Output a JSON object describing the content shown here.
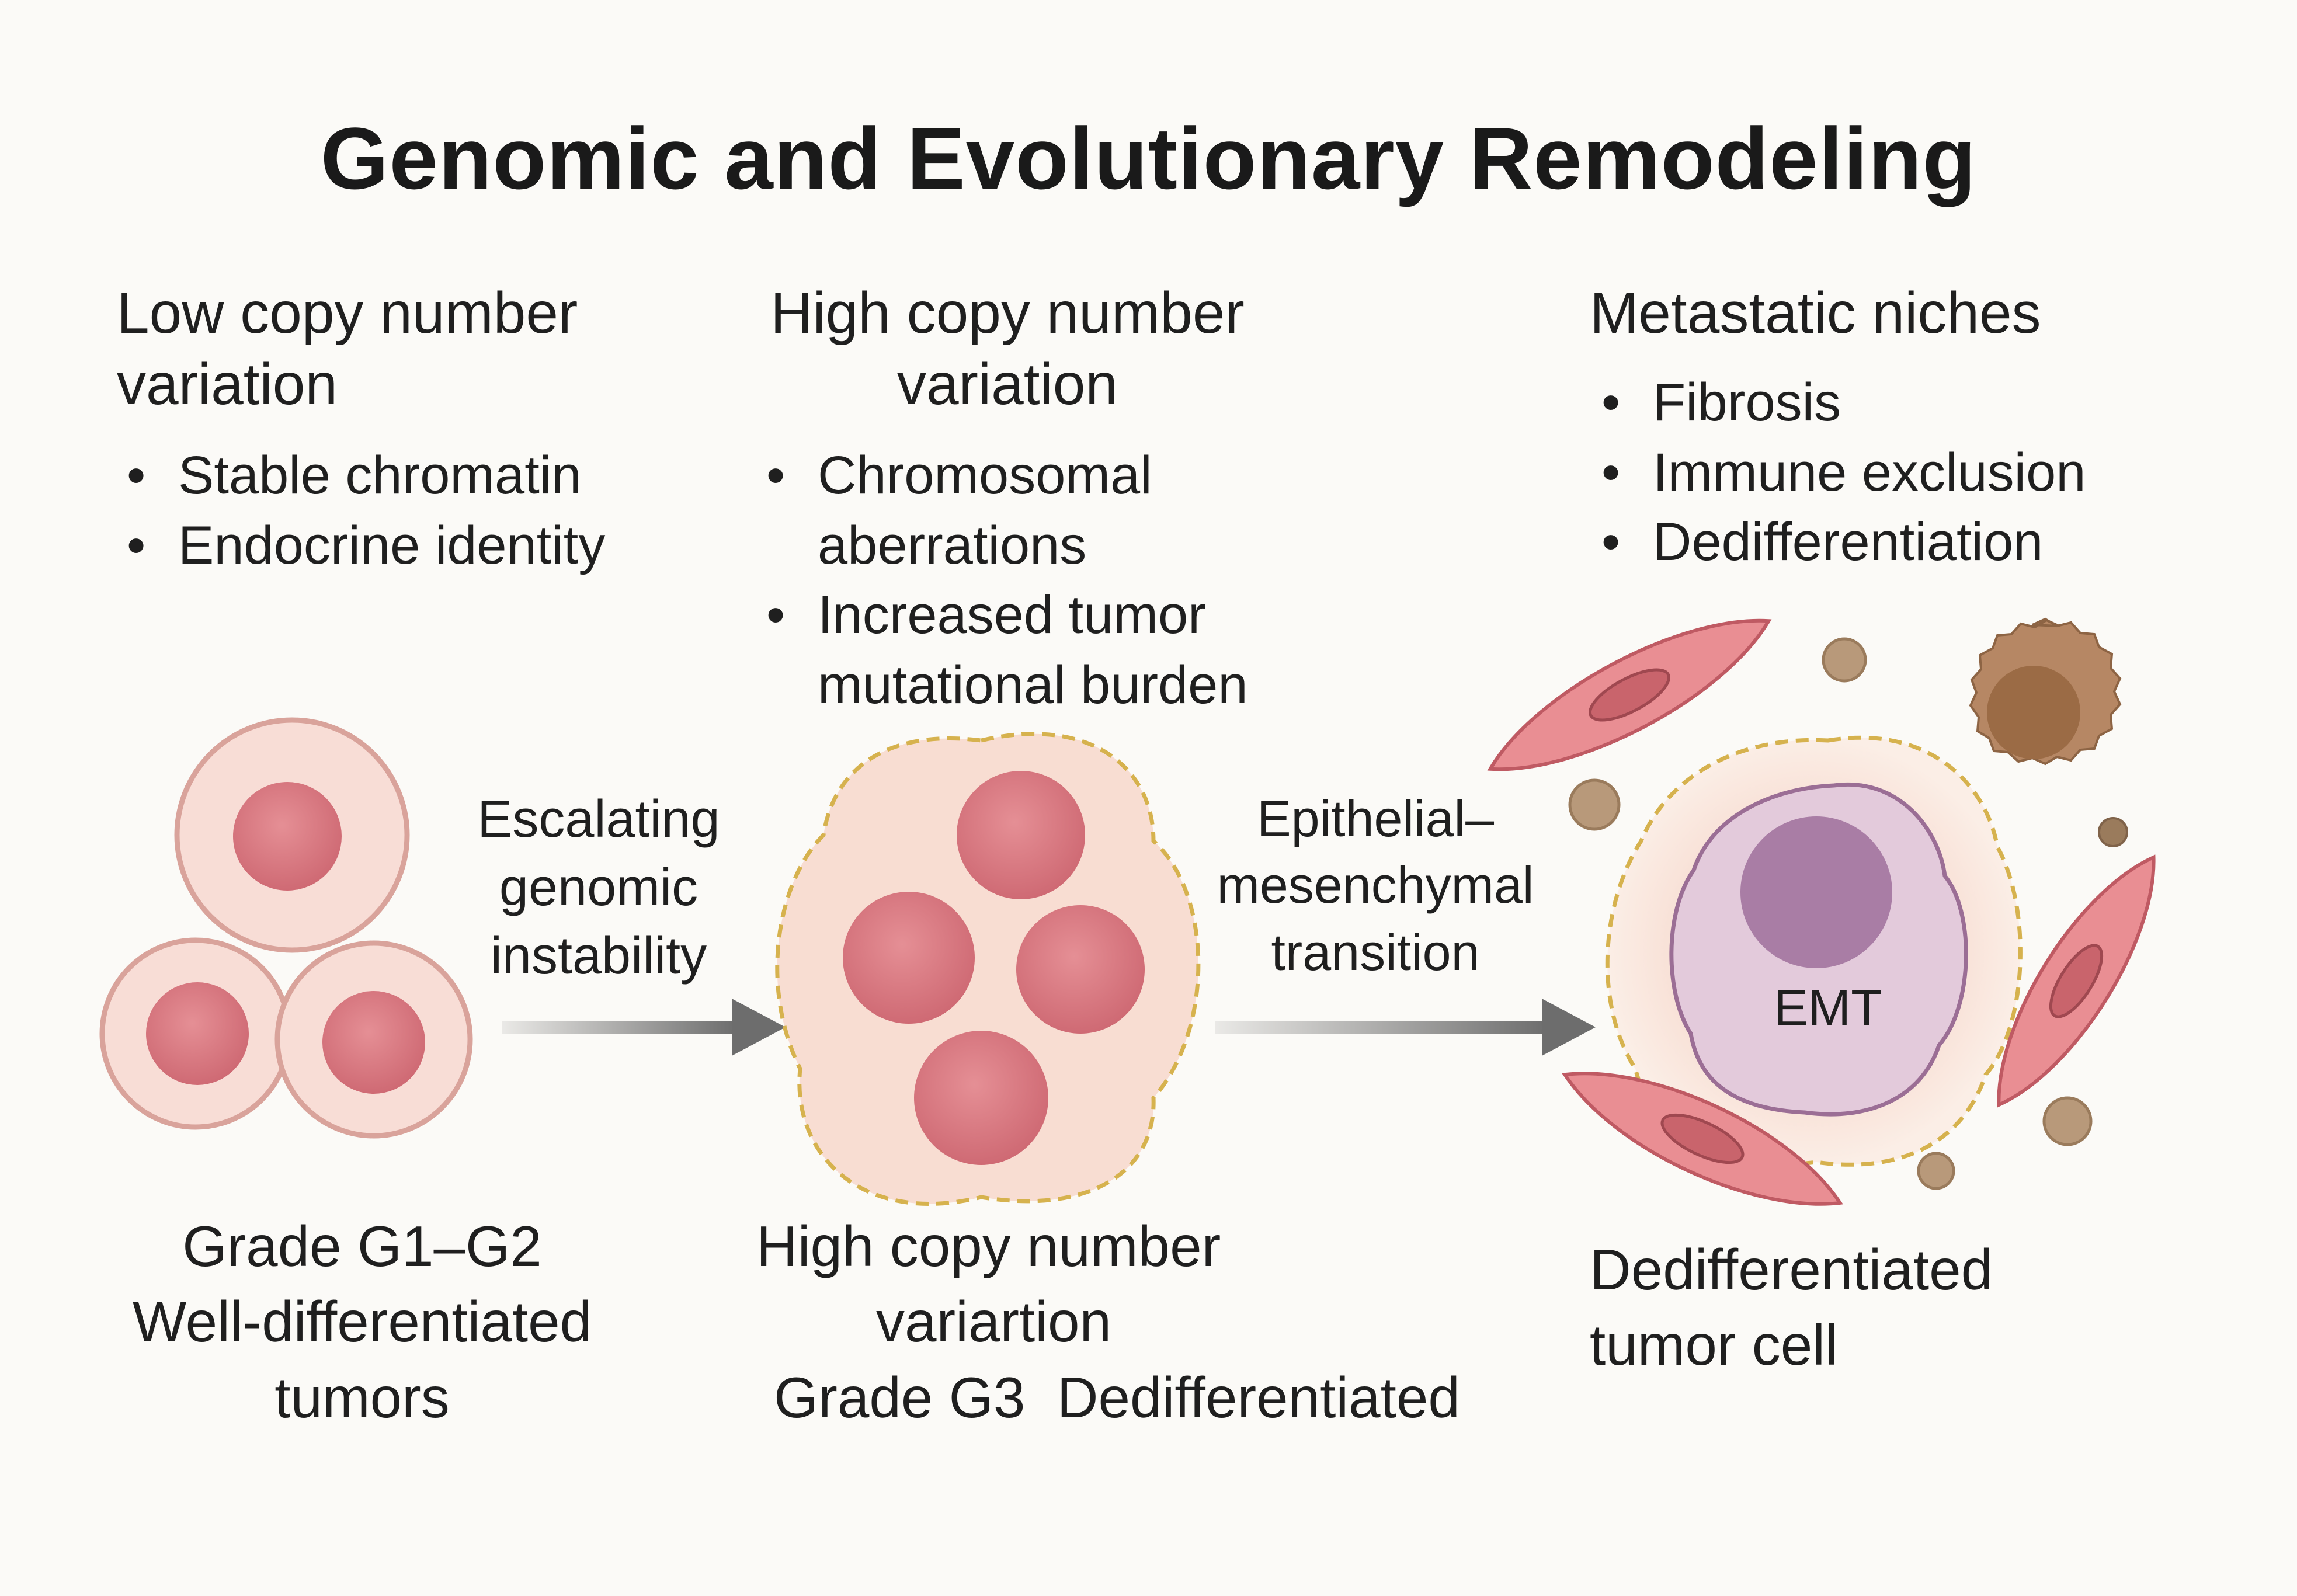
{
  "title": "Genomic and Evolutionary Remodeling",
  "stage1": {
    "heading_line1": "Low copy number",
    "heading_line2": "variation",
    "bullets": [
      "Stable chromatin",
      "Endocrine identity"
    ],
    "caption_line1": "Grade G1–G2",
    "caption_line2": "Well-differentiated",
    "caption_line3": "tumors"
  },
  "arrow1": {
    "line1": "Escalating",
    "line2": "genomic",
    "line3": "instability"
  },
  "stage2": {
    "heading_line1": "High copy number",
    "heading_line2": "variation",
    "bullet1_line1": "Chromosomal",
    "bullet1_line2": "aberrations",
    "bullet2_line1": "Increased tumor",
    "bullet2_line2": "mutational burden",
    "caption_line1": "High copy number",
    "caption_line2": "variartion",
    "caption_line3": "Grade G3  Dedifferentiated"
  },
  "arrow2": {
    "line1": "Epithelial–",
    "line2": "mesenchymal",
    "line3": "transition"
  },
  "stage3": {
    "heading": "Metastatic niches",
    "bullets": [
      "Fibrosis",
      "Immune exclusion",
      "Dedifferentiation"
    ],
    "cell_label": "EMT",
    "caption_line1": "Dedifferentiated",
    "caption_line2": "tumor cell"
  },
  "colors": {
    "cell_fill": "#f8ddd6",
    "cell_stroke": "#dba49c",
    "nucleus": "#d9767e",
    "arrow": "#6d6d6d",
    "dashed_border": "#d8b04a",
    "emt_cell": "#e2cadc",
    "emt_nucleus": "#a77aa3",
    "fibroblast": "#e58c92",
    "immune_cell": "#a57a56"
  }
}
